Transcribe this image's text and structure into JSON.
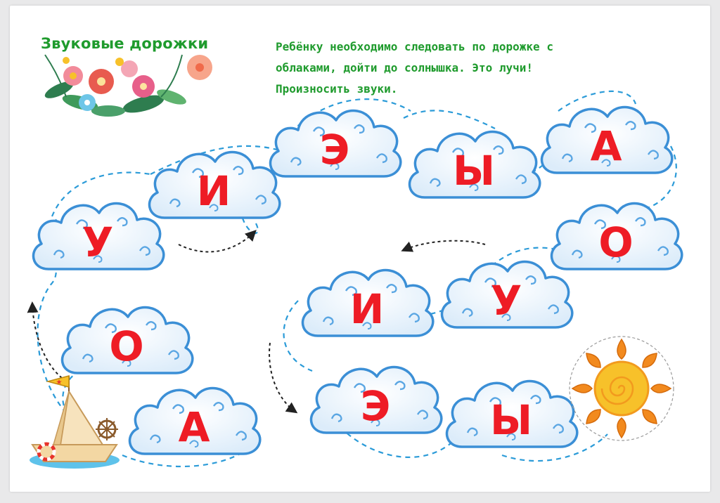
{
  "title": "Звуковые дорожки",
  "instructions": [
    "Ребёнку необходимо следовать по дорожке с",
    "облаками, дойти до солнышка. Это лучи!",
    "Произносить звуки."
  ],
  "colors": {
    "title": "#1f9b2d",
    "letter": "#ee1c25",
    "cloud_stroke": "#3b8fd6",
    "path": "#2b9bd8",
    "sun": "#f7c12a",
    "sun_rays": "#f28a1e"
  },
  "clouds": [
    {
      "letter": "У"
    },
    {
      "letter": "И"
    },
    {
      "letter": "Э"
    },
    {
      "letter": "Ы"
    },
    {
      "letter": "А"
    },
    {
      "letter": "О"
    },
    {
      "letter": "У"
    },
    {
      "letter": "И"
    },
    {
      "letter": "Э"
    },
    {
      "letter": "Ы"
    },
    {
      "letter": "А"
    },
    {
      "letter": "О"
    }
  ],
  "icons": {
    "flowers": "flowers-decoration-icon",
    "boat": "paper-boat-icon",
    "sun": "sun-icon"
  }
}
